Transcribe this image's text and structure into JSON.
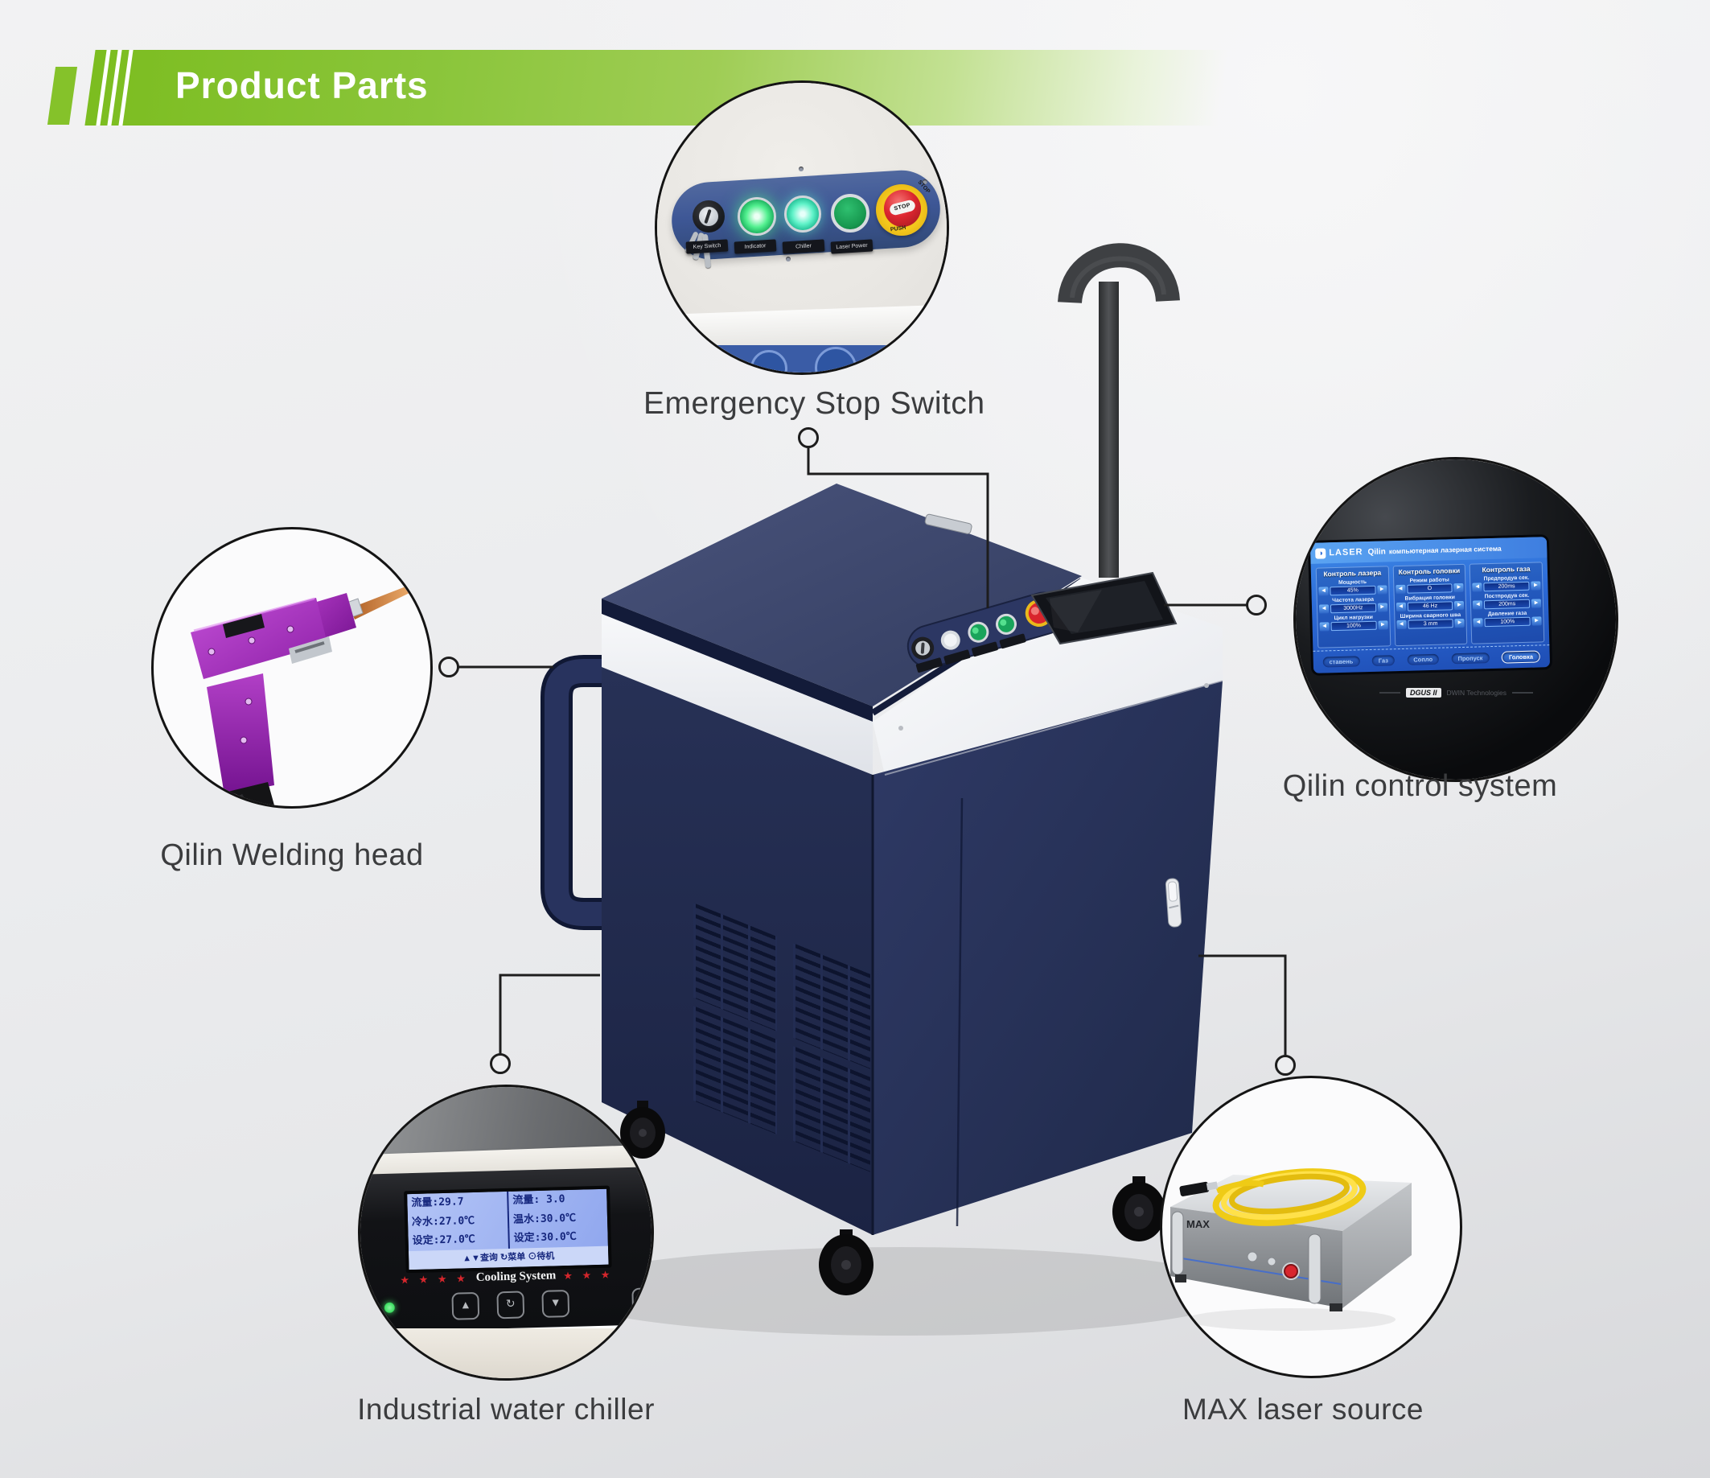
{
  "header": {
    "title": "Product Parts"
  },
  "colors": {
    "accent_green": "#8AC53A",
    "machine_navy": "#222C52",
    "machine_white": "#F3F4F6",
    "background": "#ECEDEF",
    "connector_line": "#1C1C1C"
  },
  "icons": {
    "arrow_left": "◀",
    "arrow_right": "▶",
    "up_arrow": "▲",
    "down_arrow": "▼",
    "cycle": "↻",
    "logo_dot": "◑"
  },
  "callouts": [
    {
      "id": "emergency-stop-switch",
      "label": "Emergency Stop Switch",
      "panel": {
        "button_labels": [
          "Key Switch",
          "Indicator",
          "Chiller",
          "Laser Power"
        ],
        "stop_button_text": "STOP",
        "stop_ring_texts": [
          "STOP",
          "PUSH"
        ]
      }
    },
    {
      "id": "qilin-control-system",
      "label": "Qilin control system",
      "screen": {
        "brand": "LASER",
        "model": "Qilin",
        "title": "компьютерная лазерная система",
        "columns": [
          {
            "header": "Контроль лазера",
            "params": [
              {
                "name": "Мощность",
                "value": "45%"
              },
              {
                "name": "Частота лазера",
                "value": "3000Hz"
              },
              {
                "name": "Цикл нагрузки",
                "value": "100%"
              }
            ]
          },
          {
            "header": "Контроль головки",
            "params": [
              {
                "name": "Режим работы",
                "value": "O"
              },
              {
                "name": "Вибрация головки",
                "value": "46 Hz"
              },
              {
                "name": "Ширина сварного шва",
                "value": "3 mm"
              }
            ]
          },
          {
            "header": "Контроль газа",
            "params": [
              {
                "name": "Предпродув сек.",
                "value": "200ms"
              },
              {
                "name": "Постпродув сек.",
                "value": "200ms"
              },
              {
                "name": "Давление газа",
                "value": "100%"
              }
            ]
          }
        ],
        "tabs": [
          "ставень",
          "Газ",
          "Сопло",
          "Пропуск",
          "Головка"
        ],
        "active_tab": "Головка",
        "footer_brand": "DGUS II",
        "footer_text": "DWIN Technologies"
      }
    },
    {
      "id": "qilin-welding-head",
      "label": "Qilin Welding head"
    },
    {
      "id": "industrial-water-chiller",
      "label": "Industrial water chiller",
      "display": {
        "rows": [
          [
            "流量:29.7",
            "流量: 3.0"
          ],
          [
            "冷水:27.0℃",
            "温水:30.0℃"
          ],
          [
            "设定:27.0℃",
            "设定:30.0℃"
          ]
        ],
        "menu_row": "▲▼查询  ↻菜单  ⊙待机",
        "stars_left": "★ ★ ★ ★",
        "stars_right": "★ ★ ★",
        "panel_title": "Cooling System"
      }
    },
    {
      "id": "max-laser-source",
      "label": "MAX laser source",
      "device": {
        "brand": "MAX"
      }
    }
  ]
}
